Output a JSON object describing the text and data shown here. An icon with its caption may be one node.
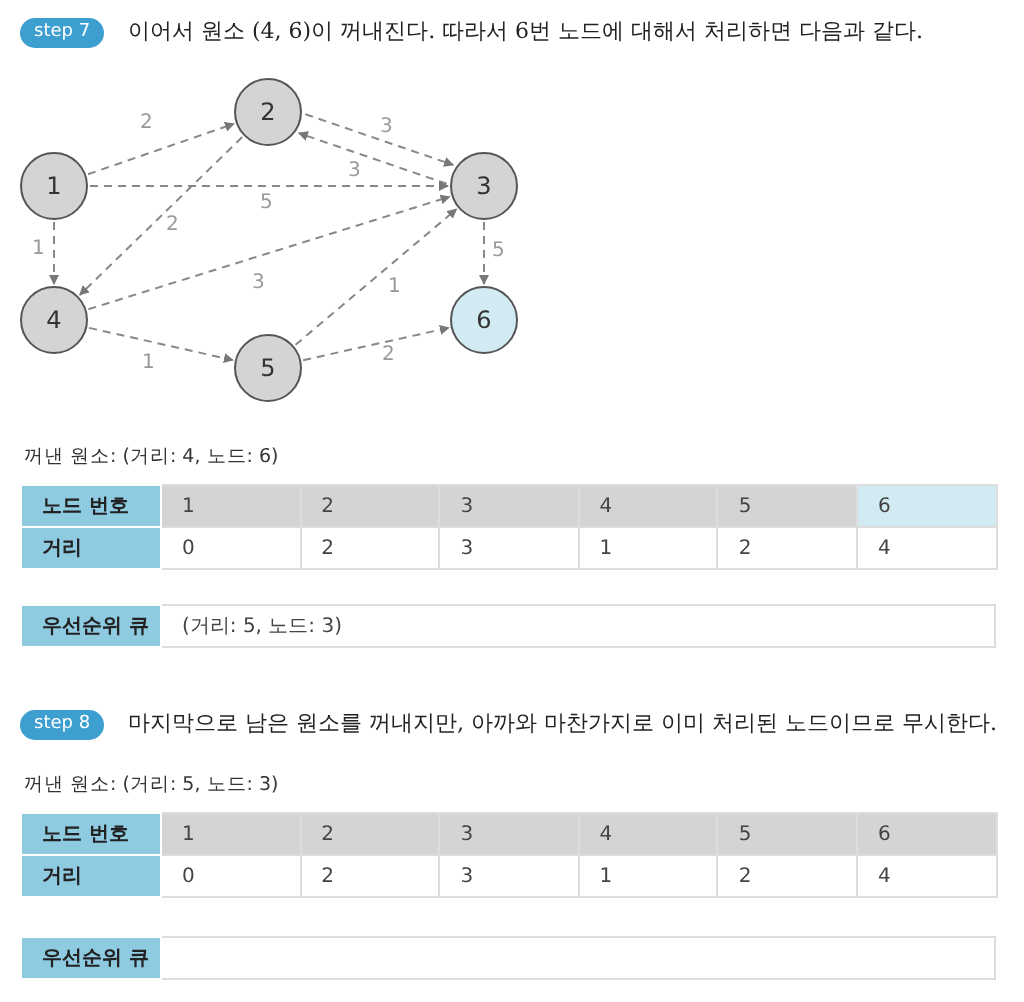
{
  "diagram": {
    "nodes": [
      {
        "text": [
          "1"
        ]
      },
      {
        "text": [
          "2"
        ]
      },
      {
        "text": [
          "3"
        ]
      },
      {
        "text": [
          "4"
        ]
      },
      {
        "text": [
          "5"
        ]
      },
      {
        "text": [
          "6"
        ]
      }
    ],
    "edges": [
      {
        "from": 0,
        "to": 1,
        "arrow": "to",
        "label": "2",
        "style": "dashed"
      },
      {
        "from": 1,
        "to": 2,
        "arrow": "to",
        "label": "3",
        "style": "dashed"
      },
      {
        "from": 2,
        "to": 1,
        "arrow": "to",
        "label": "3",
        "style": "dashed"
      },
      {
        "from": 0,
        "to": 2,
        "arrow": "to",
        "label": "5",
        "style": "dashed"
      },
      {
        "from": 0,
        "to": 3,
        "arrow": "to",
        "label": "1",
        "style": "dashed"
      },
      {
        "from": 1,
        "to": 3,
        "arrow": "to",
        "label": "2",
        "style": "dashed"
      },
      {
        "from": 3,
        "to": 2,
        "arrow": "to",
        "label": "3",
        "style": "dashed"
      },
      {
        "from": 4,
        "to": 2,
        "arrow": "to",
        "label": "1",
        "style": "dashed"
      },
      {
        "from": 3,
        "to": 4,
        "arrow": "to",
        "label": "1",
        "style": "dashed"
      },
      {
        "from": 4,
        "to": 5,
        "arrow": "to",
        "label": "2",
        "style": "dashed"
      },
      {
        "from": 2,
        "to": 5,
        "arrow": "to",
        "label": "5",
        "style": "dashed"
      }
    ],
    "labels": [
      "step 7",
      "이어서 원소 (4, 6)이 꺼내진다. 따라서 6번 노드에 대해서 처리하면 다음과 같다.",
      "꺼낸 원소: (거리: 4, 노드: 6)",
      "노드 번호",
      "1",
      "2",
      "3",
      "4",
      "5",
      "6",
      "거리",
      "0",
      "2",
      "3",
      "1",
      "2",
      "4",
      "우선순위 큐",
      "(거리: 5, 노드: 3)",
      "step 8",
      "마지막으로 남은 원소를 꺼내지만, 아까와 마찬가지로 이미 처리된 노드이므로 무시한다.",
      "꺼낸 원소: (거리: 5, 노드: 3)",
      "노드 번호",
      "1",
      "2",
      "3",
      "4",
      "5",
      "6",
      "거리",
      "0",
      "2",
      "3",
      "1",
      "2",
      "4",
      "우선순위 큐"
    ]
  }
}
